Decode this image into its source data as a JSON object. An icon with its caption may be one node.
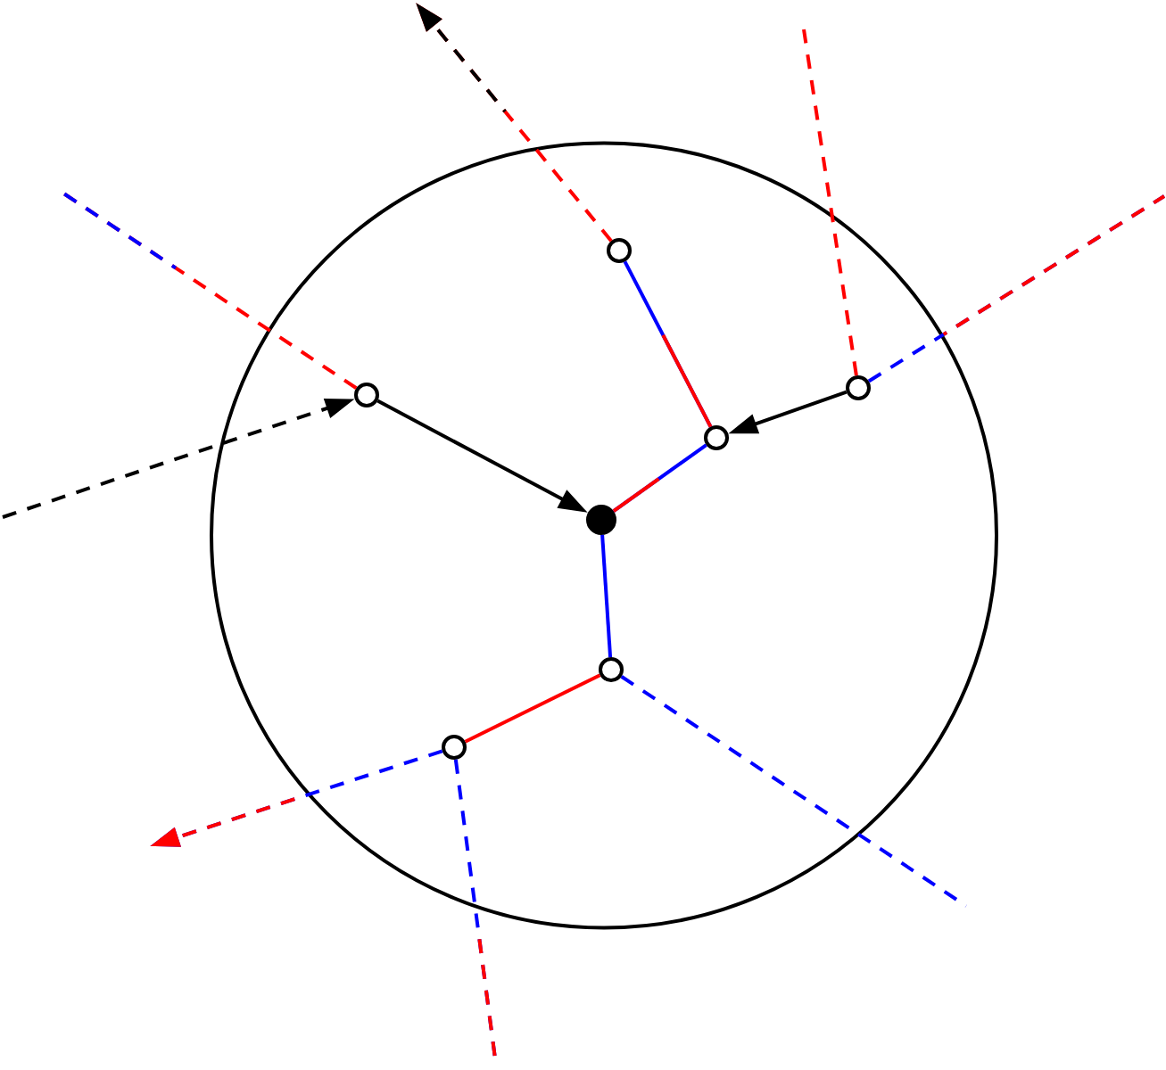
{
  "diagram": {
    "nodes": [
      {
        "text": [],
        "shape": "circle"
      },
      {
        "text": [],
        "shape": "circle",
        "in": 0
      },
      {
        "text": [],
        "shape": "circle",
        "in": 0
      },
      {
        "text": [],
        "shape": "circle",
        "in": 0
      },
      {
        "text": [],
        "shape": "circle",
        "in": 0
      },
      {
        "text": [],
        "shape": "dot",
        "in": 0
      },
      {
        "text": [],
        "shape": "circle",
        "in": 0
      },
      {
        "text": [],
        "shape": "circle",
        "in": 0
      }
    ],
    "edges": [
      {
        "from": 1,
        "to": 4,
        "arrow": "none",
        "color": "#0000ff"
      },
      {
        "from": 2,
        "to": 4,
        "arrow": "to",
        "color": "#000000"
      },
      {
        "from": 3,
        "to": 5,
        "arrow": "to",
        "color": "#000000"
      },
      {
        "from": 4,
        "to": 5,
        "arrow": "none",
        "color": "#0000ff"
      },
      {
        "from": 5,
        "to": 6,
        "arrow": "none",
        "color": "#0000ff"
      },
      {
        "from": 6,
        "to": 7,
        "arrow": "none",
        "color": "#ff0000"
      },
      {
        "from": 1,
        "to": null,
        "arrow": "to",
        "style": "dashed",
        "color": "#ff0000"
      },
      {
        "from": 3,
        "to": null,
        "arrow": "none",
        "style": "dashed",
        "color": "#ff0000"
      },
      {
        "from": null,
        "to": 3,
        "arrow": "to",
        "style": "dashed",
        "color": "#000000"
      },
      {
        "from": 2,
        "to": null,
        "arrow": "none",
        "style": "dashed",
        "color": "#ff0000"
      },
      {
        "from": 2,
        "to": null,
        "arrow": "none",
        "style": "dashed",
        "color": "#0000ff"
      },
      {
        "from": 6,
        "to": null,
        "arrow": "none",
        "style": "dashed",
        "color": "#0000ff"
      },
      {
        "from": 7,
        "to": null,
        "arrow": "to",
        "style": "dashed",
        "color": "#0000ff"
      },
      {
        "from": 7,
        "to": null,
        "arrow": "none",
        "style": "dashed",
        "color": "#0000ff"
      }
    ]
  }
}
